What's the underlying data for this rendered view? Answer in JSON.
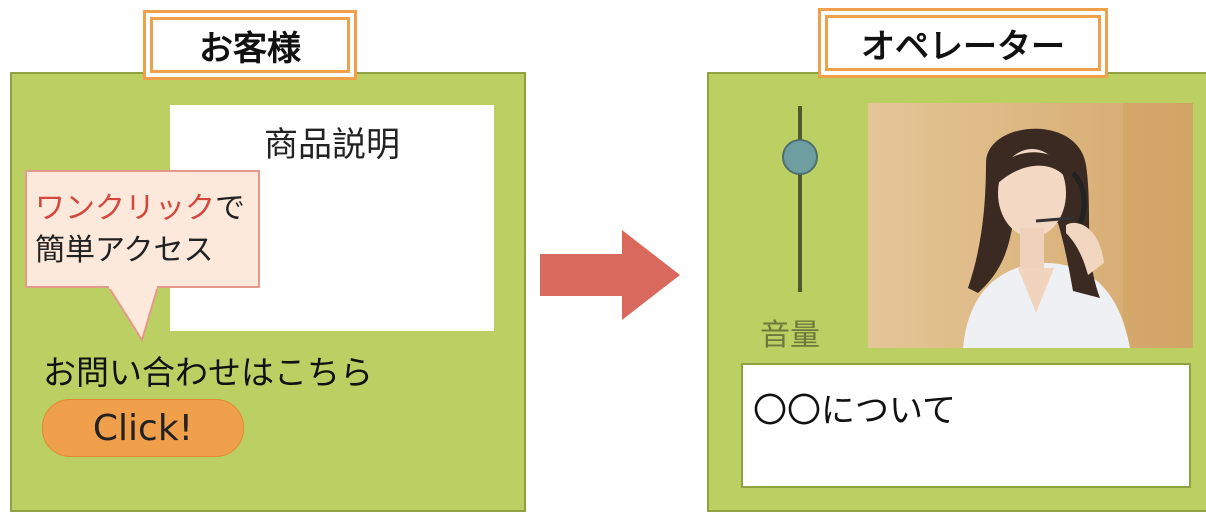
{
  "customer": {
    "tag_label": "お客様",
    "product_title": "商品説明",
    "bubble": {
      "line1_highlight": "ワンクリック",
      "line1_rest": "で",
      "line2": "簡単アクセス"
    },
    "inquiry_text": "お問い合わせはこちら",
    "click_label": "Click!"
  },
  "operator": {
    "tag_label": "オペレーター",
    "volume_label": "音量",
    "volume_level": 0.78,
    "topic_text": "〇〇について"
  },
  "colors": {
    "panel_green": "#bccf63",
    "tag_orange": "#f0a04b",
    "arrow_red": "#d9695d",
    "bubble_fill": "#fde8dc",
    "highlight_red": "#d4473d"
  },
  "icons": {
    "flow_arrow": "right-arrow-icon",
    "slider_knob": "slider-knob-icon"
  }
}
